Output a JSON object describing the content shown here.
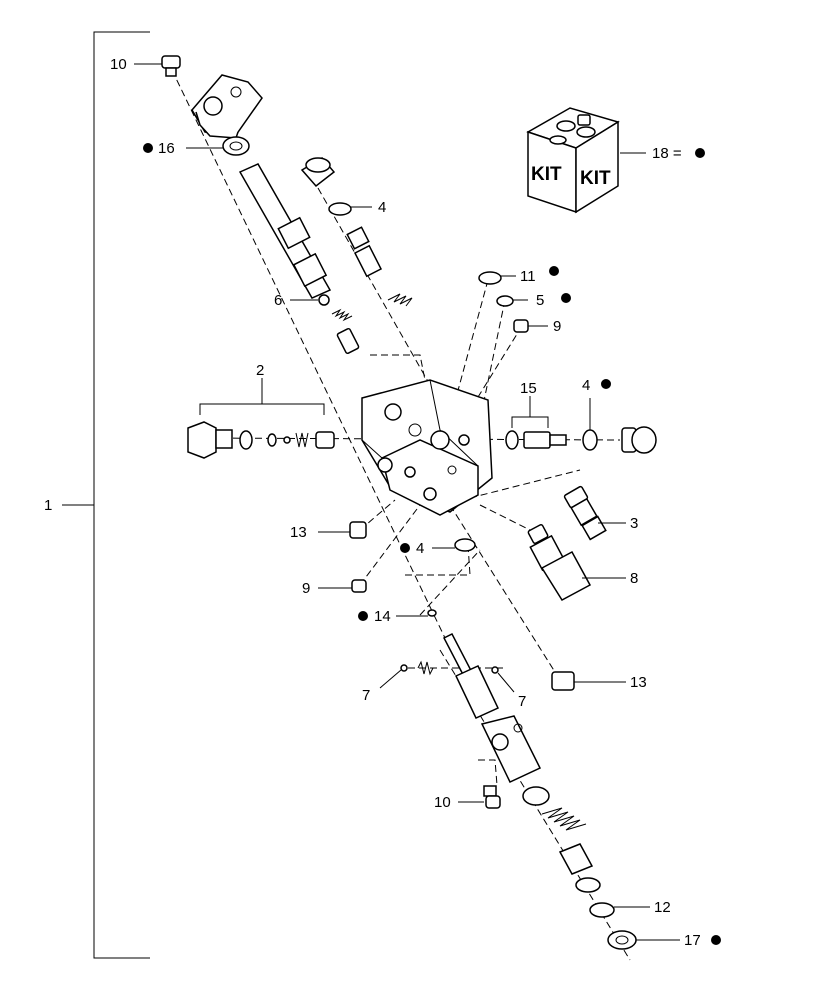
{
  "callouts": {
    "c1": "1",
    "c2": "2",
    "c3": "3",
    "c4a": "4",
    "c4b": "4",
    "c4c": "4",
    "c5": "5",
    "c6": "6",
    "c7a": "7",
    "c7b": "7",
    "c8": "8",
    "c9a": "9",
    "c9b": "9",
    "c10a": "10",
    "c10b": "10",
    "c11": "11",
    "c12": "12",
    "c13a": "13",
    "c13b": "13",
    "c14": "14",
    "c15": "15",
    "c16": "16",
    "c17": "17",
    "c18": "18 ="
  },
  "kit": {
    "label_left": "KIT",
    "label_right": "KIT"
  },
  "colors": {
    "line": "#000000",
    "background": "#ffffff"
  }
}
